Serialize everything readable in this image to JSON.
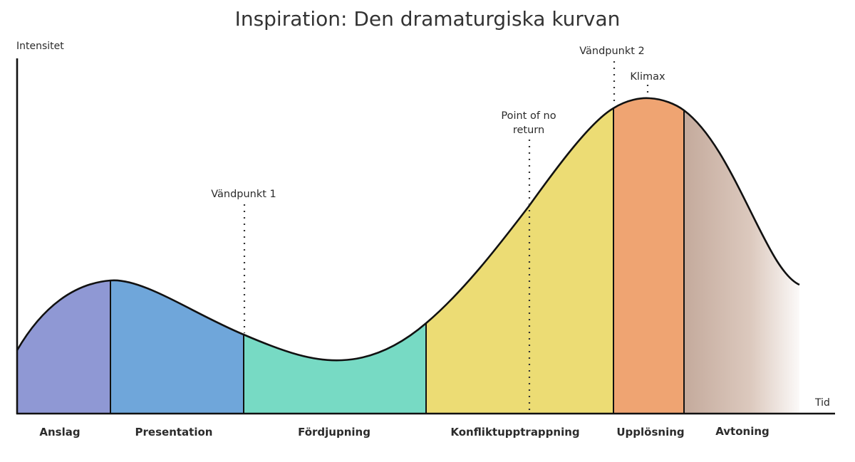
{
  "title": "Inspiration: Den dramaturgiska kurvan",
  "axes": {
    "y_label": "Intensitet",
    "x_label": "Tid"
  },
  "phases": [
    {
      "label": "Anslag",
      "color": "#8f98d4"
    },
    {
      "label": "Presentation",
      "color": "#6fa6da"
    },
    {
      "label": "Fördjupning",
      "color": "#77dac4"
    },
    {
      "label": "Konfliktupptrappning",
      "color": "#ecdc74"
    },
    {
      "label": "Upplösning",
      "color": "#efa472"
    },
    {
      "label": "Avtoning",
      "color": "#c4aa9c"
    }
  ],
  "markers": [
    {
      "label": "Vändpunkt 1"
    },
    {
      "label_line1": "Point of no",
      "label_line2": "return"
    },
    {
      "label": "Vändpunkt 2"
    },
    {
      "label": "Klimax"
    }
  ],
  "chart_data": {
    "type": "area",
    "title": "Inspiration: Den dramaturgiska kurvan",
    "xlabel": "Tid",
    "ylabel": "Intensitet",
    "grid": false,
    "legend": "none",
    "description": "Dramatic curve: intensity over time, split into six colored phases with four annotated turning points",
    "segments": [
      {
        "name": "Anslag",
        "x_start": 0.0,
        "x_end": 0.114,
        "y_start": 0.18,
        "y_end": 0.37
      },
      {
        "name": "Presentation",
        "x_start": 0.114,
        "x_end": 0.277,
        "y_start": 0.37,
        "y_end": 0.22
      },
      {
        "name": "Fördjupning",
        "x_start": 0.277,
        "x_end": 0.5,
        "y_start": 0.22,
        "y_end": 0.25
      },
      {
        "name": "Konfliktupptrappning",
        "x_start": 0.5,
        "x_end": 0.729,
        "y_start": 0.25,
        "y_end": 0.86
      },
      {
        "name": "Upplösning",
        "x_start": 0.729,
        "x_end": 0.815,
        "y_start": 0.86,
        "y_end": 0.85
      },
      {
        "name": "Avtoning",
        "x_start": 0.815,
        "x_end": 0.956,
        "y_start": 0.85,
        "y_end": 0.36
      }
    ],
    "annotations": [
      {
        "label": "Vändpunkt 1",
        "x": 0.277
      },
      {
        "label": "Point of no return",
        "x": 0.625
      },
      {
        "label": "Vändpunkt 2",
        "x": 0.729
      },
      {
        "label": "Klimax",
        "x": 0.772,
        "y": 0.89
      }
    ],
    "curve_points_normalized": [
      [
        0.0,
        0.18
      ],
      [
        0.114,
        0.37
      ],
      [
        0.12,
        0.375
      ],
      [
        0.277,
        0.22
      ],
      [
        0.39,
        0.15
      ],
      [
        0.5,
        0.25
      ],
      [
        0.625,
        0.58
      ],
      [
        0.729,
        0.86
      ],
      [
        0.772,
        0.89
      ],
      [
        0.815,
        0.85
      ],
      [
        0.956,
        0.36
      ]
    ]
  }
}
